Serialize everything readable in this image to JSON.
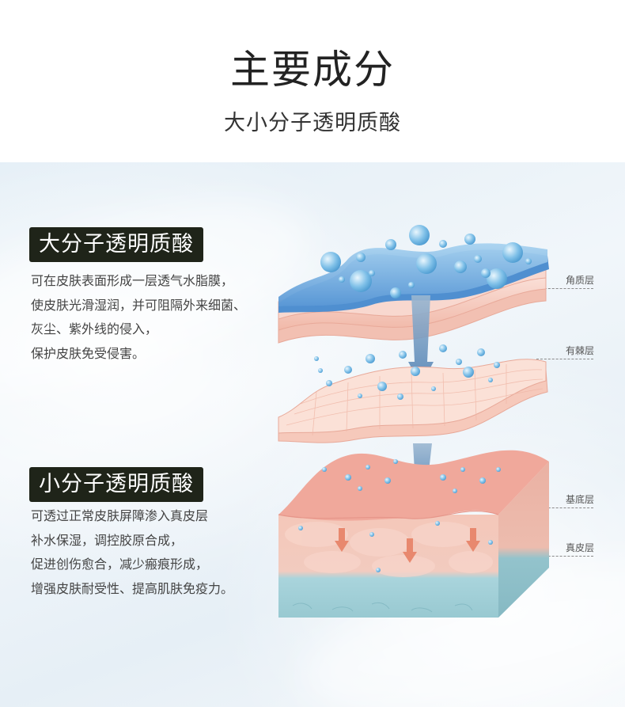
{
  "header": {
    "title": "主要成分",
    "subtitle": "大小分子透明质酸"
  },
  "large_molecule": {
    "label": "大分子透明质酸",
    "lines": [
      "可在皮肤表面形成一层透气水脂膜，",
      "使皮肤光滑湿润，并可阻隔外来细菌、",
      "灰尘、紫外线的侵入，",
      "保护皮肤免受侵害。"
    ]
  },
  "small_molecule": {
    "label": "小分子透明质酸",
    "lines": [
      "可透过正常皮肤屏障渗入真皮层",
      "补水保湿，调控胶原合成，",
      "促进创伤愈合，减少瘢痕形成，",
      "增强皮肤耐受性、提高肌肤免疫力。"
    ]
  },
  "diagram": {
    "layers": [
      {
        "name": "角质层"
      },
      {
        "name": "有棘层"
      },
      {
        "name": "基底层"
      },
      {
        "name": "真皮层"
      }
    ],
    "colors": {
      "film_blue": "#5b9bd8",
      "skin_pink": "#f4c4b5",
      "dermis_teal": "#9fcfd6",
      "arrow_blue": "#5d8bb8",
      "arrow_red": "#e8886e",
      "bubble": "#6fb6e0"
    }
  }
}
